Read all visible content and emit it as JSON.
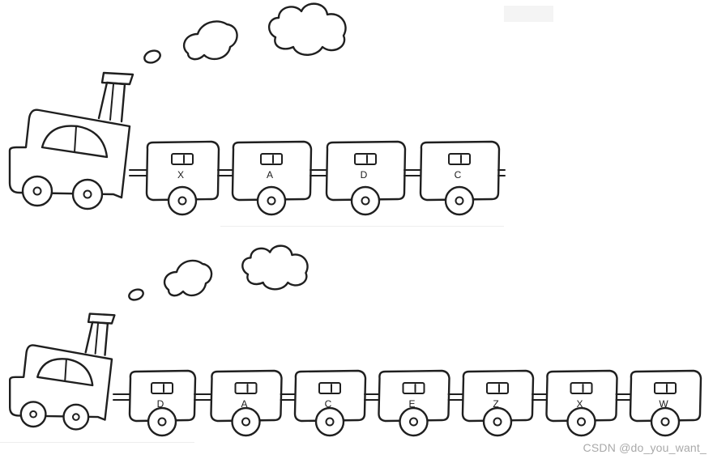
{
  "trains": [
    {
      "id": "top",
      "cars": [
        "X",
        "A",
        "D",
        "C"
      ]
    },
    {
      "id": "bottom",
      "cars": [
        "D",
        "A",
        "C",
        "E",
        "Z",
        "X",
        "W"
      ]
    }
  ],
  "watermark": "CSDN @do_you_want_",
  "colors": {
    "ink": "#1f1f1f",
    "background": "#ffffff",
    "watermark": "#a9a9a9"
  }
}
